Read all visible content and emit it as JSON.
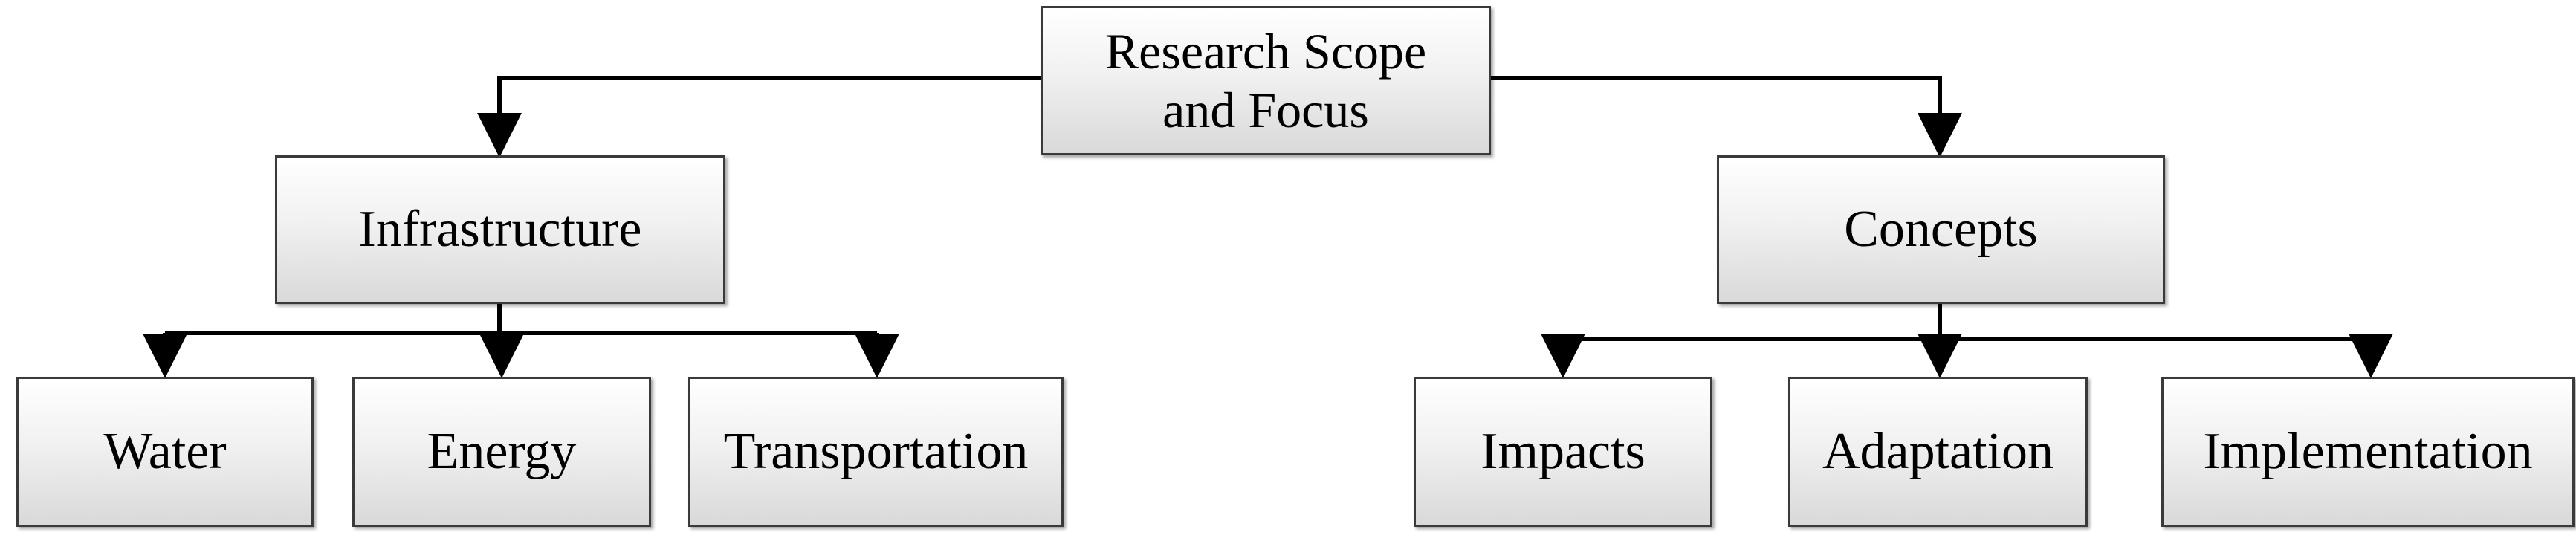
{
  "diagram": {
    "root": {
      "lines": [
        "Research Scope",
        "and Focus"
      ]
    },
    "branches": [
      {
        "id": "infrastructure",
        "label": "Infrastructure",
        "children": [
          "Water",
          "Energy",
          "Transportation"
        ]
      },
      {
        "id": "concepts",
        "label": "Concepts",
        "children": [
          "Impacts",
          "Adaptation",
          "Implementation"
        ]
      }
    ],
    "colors": {
      "line": "#000000",
      "box_border": "#3a3a3a",
      "box_fill_top": "#ffffff",
      "box_fill_bottom": "#d9d9d9"
    }
  }
}
